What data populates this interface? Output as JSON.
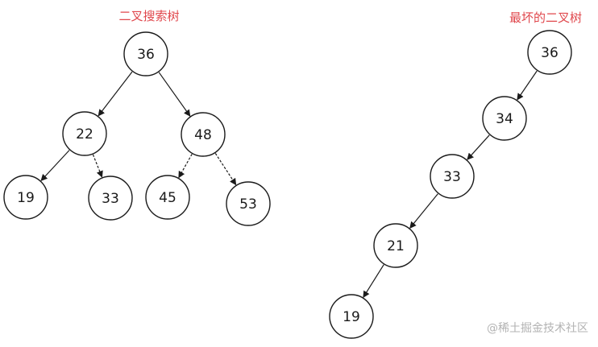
{
  "trees": [
    {
      "id": "bst",
      "title": "二叉搜索树",
      "nodes": [
        {
          "id": "b36",
          "label": "36"
        },
        {
          "id": "b22",
          "label": "22"
        },
        {
          "id": "b48",
          "label": "48"
        },
        {
          "id": "b19",
          "label": "19"
        },
        {
          "id": "b33",
          "label": "33"
        },
        {
          "id": "b45",
          "label": "45"
        },
        {
          "id": "b53",
          "label": "53"
        }
      ],
      "edges": [
        {
          "from": "b36",
          "to": "b22"
        },
        {
          "from": "b36",
          "to": "b48"
        },
        {
          "from": "b22",
          "to": "b19"
        },
        {
          "from": "b22",
          "to": "b33"
        },
        {
          "from": "b48",
          "to": "b45"
        },
        {
          "from": "b48",
          "to": "b53"
        }
      ]
    },
    {
      "id": "worst",
      "title": "最坏的二叉树",
      "nodes": [
        {
          "id": "w36",
          "label": "36"
        },
        {
          "id": "w34",
          "label": "34"
        },
        {
          "id": "w33",
          "label": "33"
        },
        {
          "id": "w21",
          "label": "21"
        },
        {
          "id": "w19",
          "label": "19"
        }
      ],
      "edges": [
        {
          "from": "w36",
          "to": "w34"
        },
        {
          "from": "w34",
          "to": "w33"
        },
        {
          "from": "w33",
          "to": "w21"
        },
        {
          "from": "w21",
          "to": "w19"
        }
      ]
    }
  ],
  "watermark": "@稀土掘金技术社区",
  "colors": {
    "title": "#e0474c",
    "stroke": "#1a1a1a",
    "watermark": "#b3b3b3"
  }
}
